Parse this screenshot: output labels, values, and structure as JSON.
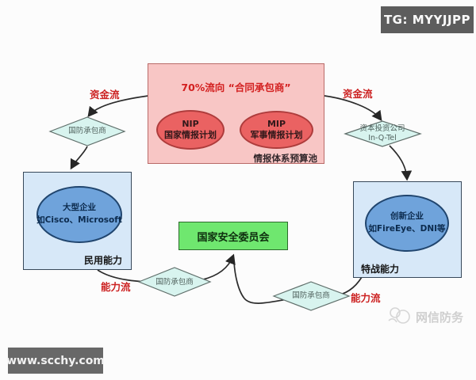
{
  "header": {
    "tg_badge": "TG: MYYJJPP"
  },
  "budget_pool": {
    "heading": "70%流向 “合同承包商”",
    "nip_title": "NIP",
    "nip_subtitle": "国家情报计划",
    "mip_title": "MIP",
    "mip_subtitle": "军事情报计划",
    "pool_label": "情报体系预算池"
  },
  "nodes": {
    "civilian_line1": "大型企业",
    "civilian_line2": "如Cisco、Microsoft",
    "civilian_label": "民用能力",
    "special_line1": "创新企业",
    "special_line2": "如FireEye、DNI等",
    "special_label": "特战能力",
    "nsc_label": "国家安全委员会"
  },
  "connectors": {
    "contractor_top_left": "国防承包商",
    "investor_line1": "资本投资公司",
    "investor_line2": "In-Q-Tel",
    "contractor_bottom_left": "国防承包商",
    "contractor_bottom_right": "国防承包商"
  },
  "flow_labels": {
    "funds_left": "资金流",
    "funds_right": "资金流",
    "capability_left": "能力流",
    "capability_right": "能力流"
  },
  "footer": {
    "site": "www.scchy.com",
    "watermark": "网信防务"
  },
  "colors": {
    "pool_fill": "#f8c6c5",
    "pool_stroke": "#b96a68",
    "program_ellipse_fill": "#ea6262",
    "capability_box_fill": "#d7e8f8",
    "capability_ellipse_fill": "#6fa3db",
    "nsc_fill": "#6fe76f",
    "diamond_fill": "#d8f4ef",
    "flow_label_red": "#cc2222",
    "badge_gray": "#5d5d5d"
  }
}
